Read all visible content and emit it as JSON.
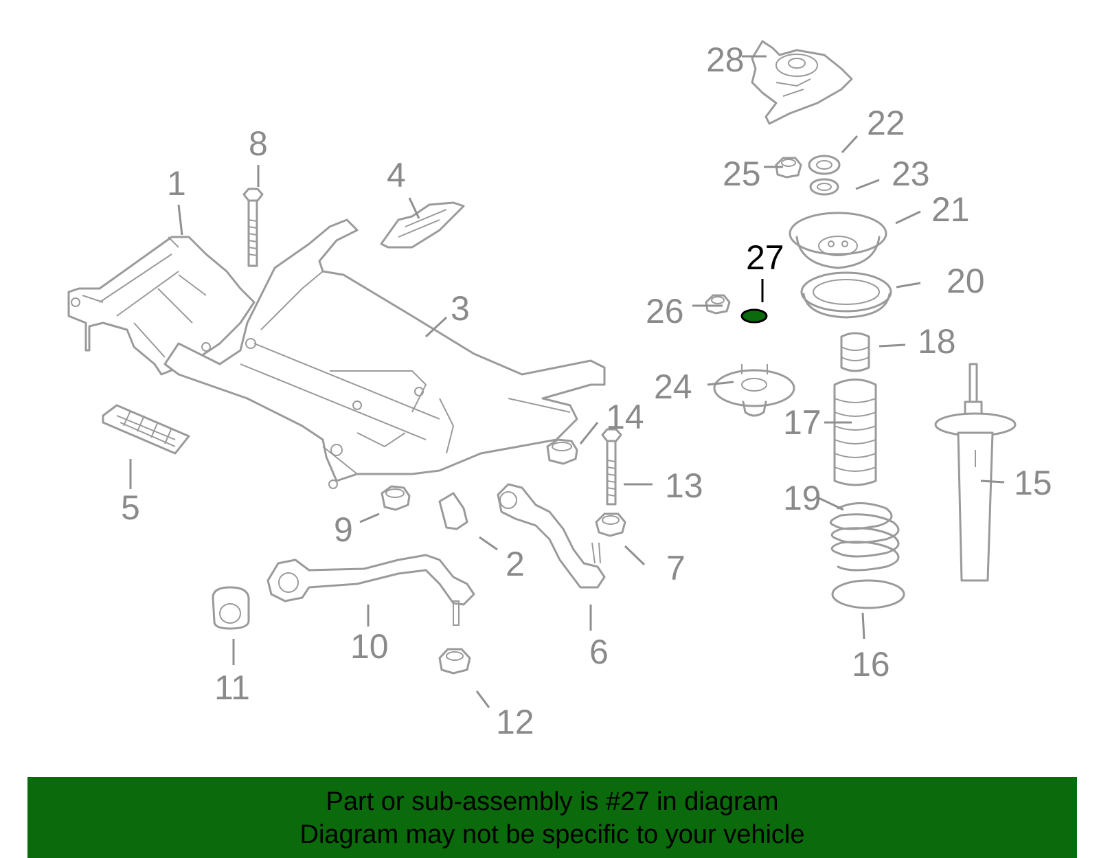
{
  "callouts": {
    "c1": "1",
    "c2": "2",
    "c3": "3",
    "c4": "4",
    "c5": "5",
    "c6": "6",
    "c7": "7",
    "c8": "8",
    "c9": "9",
    "c10": "10",
    "c11": "11",
    "c12": "12",
    "c13": "13",
    "c14": "14",
    "c15": "15",
    "c16": "16",
    "c17": "17",
    "c18": "18",
    "c19": "19",
    "c20": "20",
    "c21": "21",
    "c22": "22",
    "c23": "23",
    "c24": "24",
    "c25": "25",
    "c26": "26",
    "c27": "27",
    "c28": "28"
  },
  "highlighted_part": "27",
  "colors": {
    "highlight": "#0b6a0b",
    "banner": "#0b6a0b",
    "parts": "#9a9a9a",
    "text": "#8a8a8a"
  },
  "banner": {
    "line1": "Part or sub-assembly is #27 in diagram",
    "line2": "Diagram may not be specific to your vehicle"
  }
}
